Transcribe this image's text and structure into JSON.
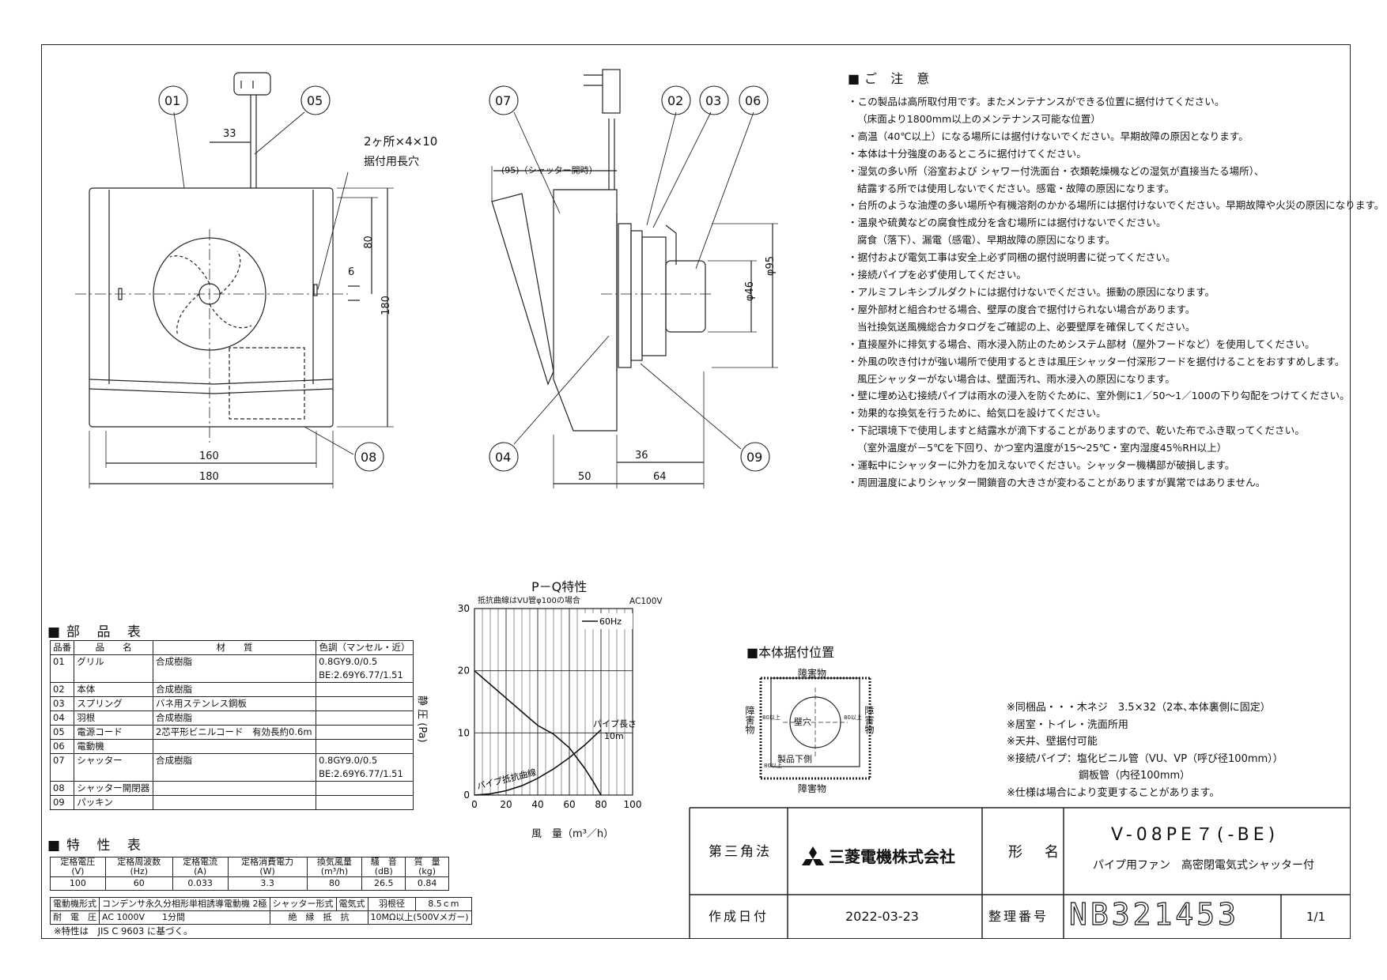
{
  "notes": {
    "title": "■ご 注 意",
    "lines": [
      "・この製品は高所取付用です。またメンテナンスができる位置に据付けてください。",
      "（床面より1800mm以上のメンテナンス可能な位置）",
      "・高温（40℃以上）になる場所には据付けないでください。早期故障の原因となります。",
      "・本体は十分強度のあるところに据付けてください。",
      "・湿気の多い所（浴室および シャワー付洗面台・衣類乾燥機などの湿気が直接当たる場所）、",
      "結露する所では使用しないでください。感電・故障の原因になります。",
      "・台所のような油煙の多い場所や有機溶剤のかかる場所には据付けないでください。早期故障や火災の原因になります。",
      "・温泉や硫黄などの腐食性成分を含む場所には据付けないでください。",
      "腐食（落下）、漏電（感電）、早期故障の原因になります。",
      "・据付および電気工事は安全上必ず同梱の据付説明書に従ってください。",
      "・接続パイプを必ず使用してください。",
      "・アルミフレキシブルダクトには据付けないでください。振動の原因になります。",
      "・屋外部材と組合わせる場合、壁厚の度合で据付けられない場合があります。",
      "当社換気送風機総合カタログをご確認の上、必要壁厚を確保してください。",
      "・直接屋外に排気する場合、雨水浸入防止のためシステム部材（屋外フードなど）を使用してください。",
      "・外風の吹き付けが強い場所で使用するときは風圧シャッター付深形フードを据付けることをおすすめします。",
      "風圧シャッターがない場合は、壁面汚れ、雨水浸入の原因になります。",
      "・壁に埋め込む接続パイプは雨水の浸入を防ぐために、室外側に1／50～1／100の下り勾配をつけてください。",
      "・効果的な換気を行うために、給気口を設けてください。",
      "・下記環境下で使用しますと結露水が滴下することがありますので、乾いた布でふき取ってください。",
      "（室外温度が－5℃を下回り、かつ室内温度が15～25℃・室内湿度45％RH以上）",
      "・運転中にシャッターに外力を加えないでください。シャッター機構部が破損します。",
      "・周囲温度によりシャッター開鎖音の大きさが変わることがありますが異常ではありません。"
    ]
  },
  "front_view": {
    "callouts": [
      "01",
      "05",
      "08"
    ],
    "dims": {
      "d33": "33",
      "d80": "80",
      "d6": "6",
      "d180v": "180",
      "d160": "160",
      "d180h": "180"
    },
    "hole_note_1": "2ヶ所×4×10",
    "hole_note_2": "据付用長穴"
  },
  "side_view": {
    "callouts": [
      "07",
      "02",
      "03",
      "06",
      "04",
      "09"
    ],
    "shutter_note": "(95)（シャッター開時）",
    "dims": {
      "phi95": "φ95",
      "phi46": "φ46",
      "d36": "36",
      "d50": "50",
      "d64": "64"
    }
  },
  "parts_table": {
    "title": "■部 品 表",
    "headers": [
      "品番",
      "品　　名",
      "材　　質",
      "色調（マンセル・近）"
    ],
    "rows": [
      {
        "no": "01",
        "name": "グリル",
        "material": "合成樹脂",
        "color": "0.8GY9.0/0.5",
        "color2": "BE:2.69Y6.77/1.51"
      },
      {
        "no": "02",
        "name": "本体",
        "material": "合成樹脂",
        "color": "",
        "color2": ""
      },
      {
        "no": "03",
        "name": "スプリング",
        "material": "バネ用ステンレス鋼板",
        "color": "",
        "color2": ""
      },
      {
        "no": "04",
        "name": "羽根",
        "material": "合成樹脂",
        "color": "",
        "color2": ""
      },
      {
        "no": "05",
        "name": "電源コード",
        "material": "2芯平形ビニルコード　有効長約0.6m",
        "color": "",
        "color2": ""
      },
      {
        "no": "06",
        "name": "電動機",
        "material": "",
        "color": "",
        "color2": ""
      },
      {
        "no": "07",
        "name": "シャッター",
        "material": "合成樹脂",
        "color": "0.8GY9.0/0.5",
        "color2": "BE:2.69Y6.77/1.51"
      },
      {
        "no": "08",
        "name": "シャッター開閉器",
        "material": "",
        "color": "",
        "color2": ""
      },
      {
        "no": "09",
        "name": "パッキン",
        "material": "",
        "color": "",
        "color2": ""
      }
    ]
  },
  "spec_table": {
    "title": "■特 性 表",
    "headers": [
      "定格電圧\n(V)",
      "定格周波数\n(Hz)",
      "定格電流\n(A)",
      "定格消費電力\n(W)",
      "換気風量\n(m³/h)",
      "騒　音\n(dB)",
      "質　量\n(kg)"
    ],
    "values": [
      "100",
      "60",
      "0.033",
      "3.3",
      "80",
      "26.5",
      "0.84"
    ],
    "motor_label": "電動機形式",
    "motor_value": "コンデンサ永久分相形単相誘導電動機 2極",
    "shutter_label": "シャッター形式",
    "shutter_value": "電気式",
    "blade_label": "羽根径",
    "blade_value": "8.5ｃm",
    "withstand_label": "耐　電　圧",
    "withstand_value": "AC 1000V　　1分間",
    "insulation_label": "絶　縁　抵　抗",
    "insulation_value": "10MΩ以上(500Vメガー)",
    "footnote": "※特性は　JIS C 9603 に基づく。"
  },
  "chart_data": {
    "type": "line",
    "title": "P－Q特性",
    "subtitle": "抵抗曲線はVU管φ100の場合",
    "voltage": "AC100V",
    "xlabel": "風　量（m³／h）",
    "ylabel": "静 圧 (Pa)",
    "xlim": [
      0,
      100
    ],
    "ylim": [
      0,
      30
    ],
    "xticks": [
      "0",
      "20",
      "40",
      "60",
      "80",
      "100"
    ],
    "yticks": [
      "0",
      "10",
      "20",
      "30"
    ],
    "series": [
      {
        "name": "60Hz",
        "x": [
          0,
          10,
          20,
          30,
          40,
          50,
          60,
          70,
          75,
          80
        ],
        "y": [
          20,
          17.8,
          15.6,
          13.4,
          11.2,
          9.8,
          7.6,
          4.2,
          2.2,
          0
        ]
      },
      {
        "name": "",
        "x": [
          0,
          10,
          20,
          30,
          40,
          50,
          60,
          70,
          80
        ],
        "y": [
          0,
          0.2,
          0.7,
          1.5,
          2.7,
          4.2,
          6.0,
          8.1,
          10.5
        ]
      }
    ],
    "annotations": [
      "パイプ長さ",
      "10m",
      "パイプ抵抗曲線"
    ]
  },
  "install": {
    "title": "■本体据付位置",
    "obstacle": "障害物",
    "obstacle_v": "障害物",
    "wall_hole": "壁穴",
    "below": "製品下側",
    "d80_left": "80以上",
    "d80_right": "80以上",
    "d80_bottom": "80以上"
  },
  "remarks": [
    "※同梱品・・・木ネジ　3.5×32（2本､本体裏側に固定）",
    "※居室・トイレ・洗面所用",
    "※天井、壁据付可能",
    "※接続パイプ：塩化ビニル管（VU、VP（呼び径100mm））",
    "　　　　　　　鋼板管（内径100mm）",
    "※仕様は場合により変更することがあります。"
  ],
  "title_block": {
    "projection": "第三角法",
    "company": "三菱電機株式会社",
    "model_label": "形　名",
    "model": "V-08PE７(-BE)",
    "product": "パイプ用ファン　高密閉電気式シャッター付",
    "date_label": "作成日付",
    "date": "2022-03-23",
    "number_label": "整理番号",
    "number": "NB321453",
    "sheet": "1/1"
  }
}
